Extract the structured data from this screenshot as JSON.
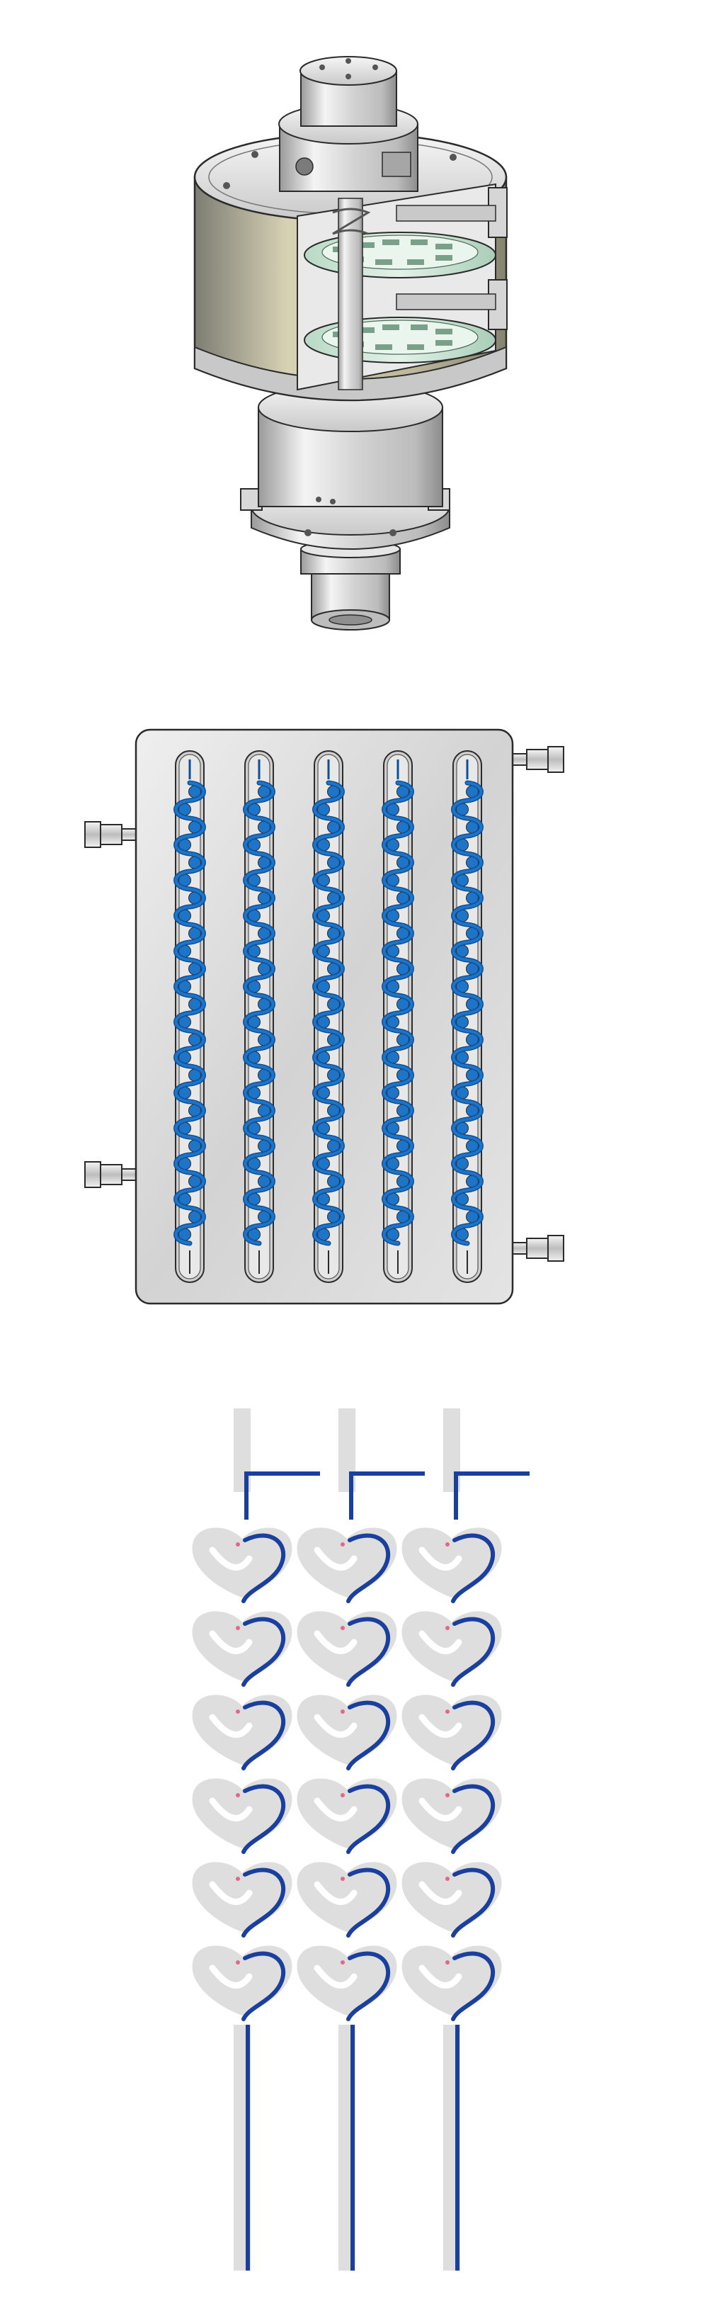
{
  "figures": [
    {
      "name": "pump-reactor-cutaway-render"
    },
    {
      "name": "five-channel-microreactor-plate-top-view"
    },
    {
      "name": "three-channel-heart-cell-flow-simulation"
    }
  ],
  "colors": {
    "background": "#ffffff",
    "metal_light": "#f2f2f2",
    "metal_mid": "#cfcfcf",
    "metal_dark": "#8a8a8a",
    "outline": "#2b2b2b",
    "mint_disc": "#cfe7d8",
    "glass_tint": "#d9d3b8",
    "channel_fluid_blue": "#1e74c6",
    "channel_fluid_dark": "#0f4f95",
    "plate_grey": "#d9d9d9",
    "sim_cell_grey": "#dedede",
    "sim_flow_blue": "#1a3f9c",
    "sim_accent_pink": "#e06a86"
  },
  "plate": {
    "channel_count": 5,
    "cells_per_channel": 26
  },
  "simulation": {
    "channel_count": 3,
    "cells_per_channel": 6
  }
}
